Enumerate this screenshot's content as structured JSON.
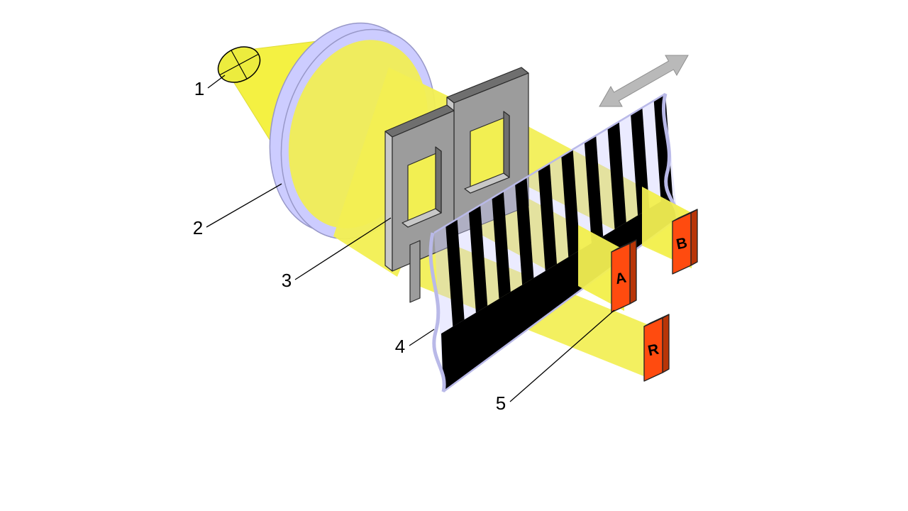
{
  "figure": {
    "description": "Optical encoder principle diagram",
    "labels": {
      "n1": "1",
      "n2": "2",
      "n3": "3",
      "n4": "4",
      "n5": "5"
    },
    "detectors": {
      "a": "A",
      "b": "B",
      "r": "R"
    },
    "colors": {
      "cone_yellow": "#f4f142",
      "beam_yellow": "#f2ef52",
      "glass_yellow": "#f0ed55",
      "lens_rim": "#ccccff",
      "sheet_tint": "#ccccff",
      "sheet_edge": "#b9b9e8",
      "mask_front": "#9c9c9c",
      "mask_top": "#6f6f6f",
      "mask_side": "#c8c8c8",
      "mask_inner_dark": "#6f6f6f",
      "mask_inner_light": "#c8c8c8",
      "stripe_black": "#000000",
      "detector_front": "#ff4b0f",
      "detector_top": "#ff7a45",
      "detector_side": "#b83508",
      "arrow_gray": "#b9b9b9",
      "bulb_yellow": "#ecec3e",
      "label_color": "#000000"
    },
    "scale": {
      "stripe_slots": 20
    }
  }
}
